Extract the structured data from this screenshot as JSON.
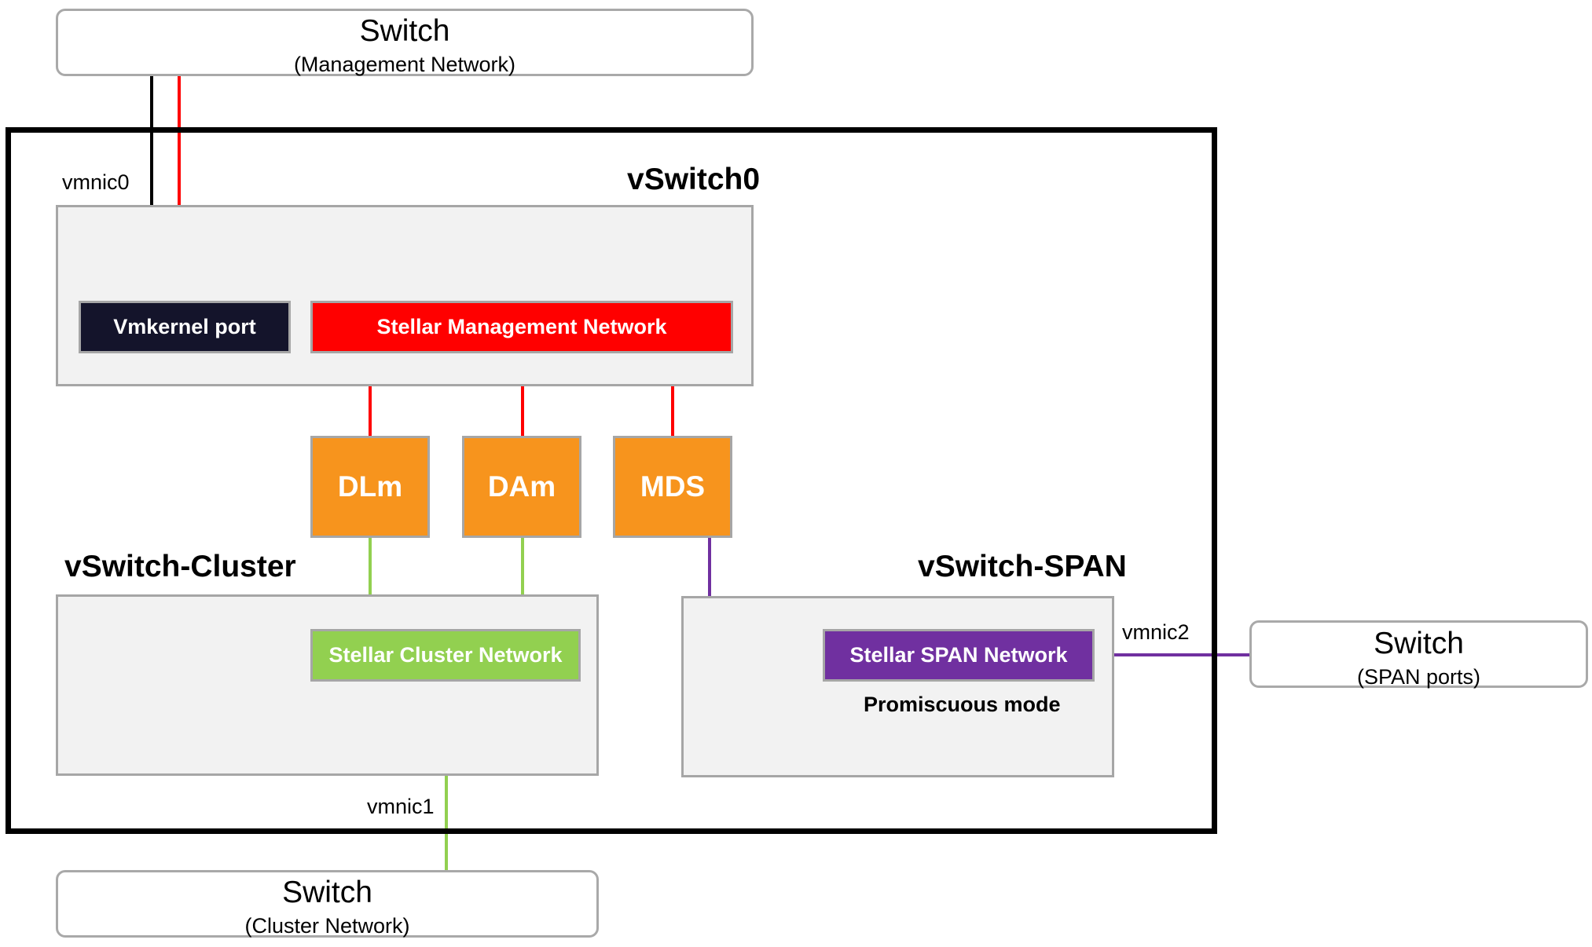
{
  "switches": {
    "management": {
      "title": "Switch",
      "subtitle": "(Management Network)"
    },
    "span": {
      "title": "Switch",
      "subtitle": "(SPAN ports)"
    },
    "cluster": {
      "title": "Switch",
      "subtitle": "(Cluster Network)"
    }
  },
  "vswitches": {
    "vswitch0": {
      "title": "vSwitch0"
    },
    "cluster": {
      "title": "vSwitch-Cluster"
    },
    "span": {
      "title": "vSwitch-SPAN",
      "note": "Promiscuous mode"
    }
  },
  "ports": {
    "vmkernel": {
      "label": "Vmkernel port",
      "color": "#14142b"
    },
    "management_network": {
      "label": "Stellar Management Network",
      "color": "#ff0000"
    },
    "cluster_network": {
      "label": "Stellar Cluster Network",
      "color": "#92d050"
    },
    "span_network": {
      "label": "Stellar SPAN Network",
      "color": "#7030a0"
    }
  },
  "vms": [
    {
      "label": "DLm"
    },
    {
      "label": "DAm"
    },
    {
      "label": "MDS"
    }
  ],
  "vm_color": "#f7941d",
  "nics": {
    "vmnic0": "vmnic0",
    "vmnic1": "vmnic1",
    "vmnic2": "vmnic2"
  },
  "link_colors": {
    "vmkernel": "#000000",
    "management": "#ff0000",
    "cluster": "#92d050",
    "span": "#7030a0"
  }
}
